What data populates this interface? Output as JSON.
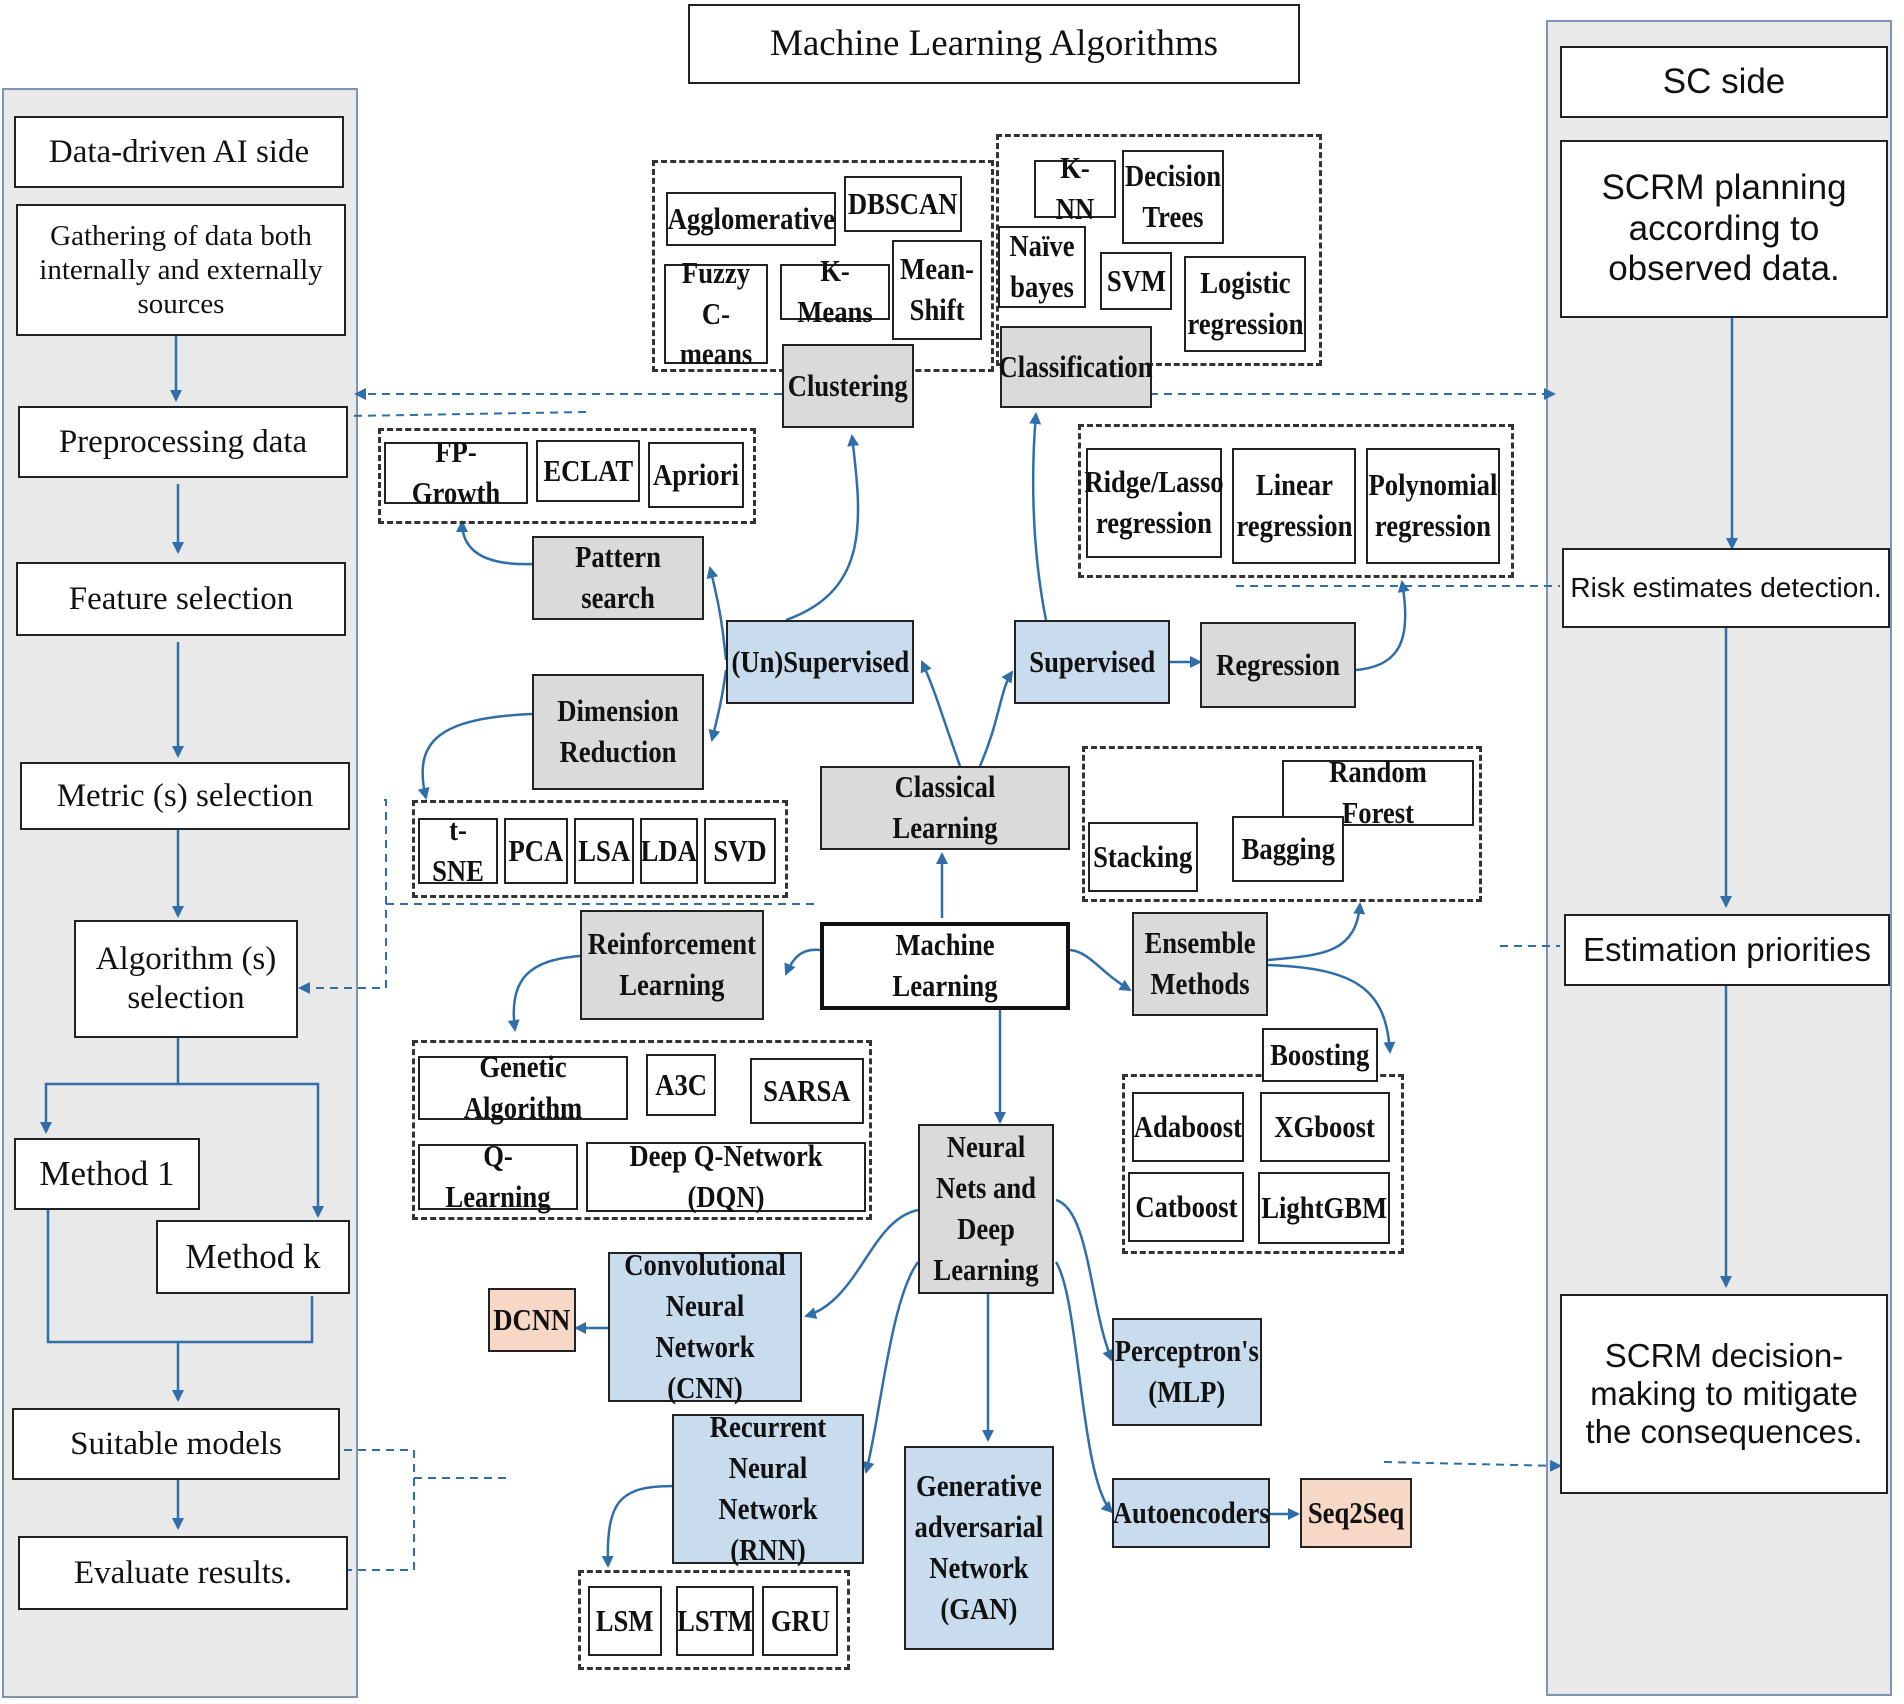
{
  "title": "Machine Learning Algorithms",
  "left": {
    "header": "Data-driven AI side",
    "gathering": "Gathering of data both internally and externally sources",
    "preprocessing": "Preprocessing data",
    "feature": "Feature selection",
    "metric": "Metric (s) selection",
    "algorithm": "Algorithm (s) selection",
    "method1": "Method 1",
    "methodk": "Method k",
    "suitable": "Suitable models",
    "evaluate": "Evaluate results."
  },
  "right": {
    "header": "SC side",
    "planning": "SCRM planning according to observed data.",
    "risk": "Risk estimates detection.",
    "priorities": "Estimation priorities",
    "decision": "SCRM decision-making to mitigate the consequences."
  },
  "center": {
    "machine_learning": "Machine Learning",
    "classical_learning": "Classical Learning",
    "unsupervised": "(Un)Supervised",
    "supervised": "Supervised",
    "regression": "Regression",
    "clustering": "Clustering",
    "classification": "Classification",
    "pattern_search": "Pattern search",
    "dimension_reduction": "Dimension Reduction",
    "reinforcement": "Reinforcement Learning",
    "ensemble": "Ensemble Methods",
    "neural": "Neural Nets and Deep Learning",
    "cnn": "Convolutional Neural Network (CNN)",
    "dcnn": "DCNN",
    "rnn": "Recurrent Neural Network (RNN)",
    "gan": "Generative adversarial Network (GAN)",
    "mlp": "Perceptron's (MLP)",
    "autoencoders": "Autoencoders",
    "seq2seq": "Seq2Seq",
    "boosting": "Boosting",
    "clustering_items": [
      "Agglomerative",
      "DBSCAN",
      "Fuzzy C-means",
      "K-Means",
      "Mean-Shift"
    ],
    "classification_items": [
      "K-NN",
      "Decision Trees",
      "Naïve bayes",
      "SVM",
      "Logistic regression"
    ],
    "regression_items": [
      "Ridge/Lasso regression",
      "Linear regression",
      "Polynomial regression"
    ],
    "pattern_items": [
      "FP-Growth",
      "ECLAT",
      "Apriori"
    ],
    "dimension_items": [
      "t-SNE",
      "PCA",
      "LSA",
      "LDA",
      "SVD"
    ],
    "ensemble_items": [
      "Random Forest",
      "Stacking",
      "Bagging"
    ],
    "boosting_items": [
      "Adaboost",
      "XGboost",
      "Catboost",
      "LightGBM"
    ],
    "reinforcement_items": [
      "Genetic Algorithm",
      "A3C",
      "SARSA",
      "Q-Learning",
      "Deep Q-Network (DQN)"
    ],
    "rnn_items": [
      "LSM",
      "LSTM",
      "GRU"
    ]
  }
}
